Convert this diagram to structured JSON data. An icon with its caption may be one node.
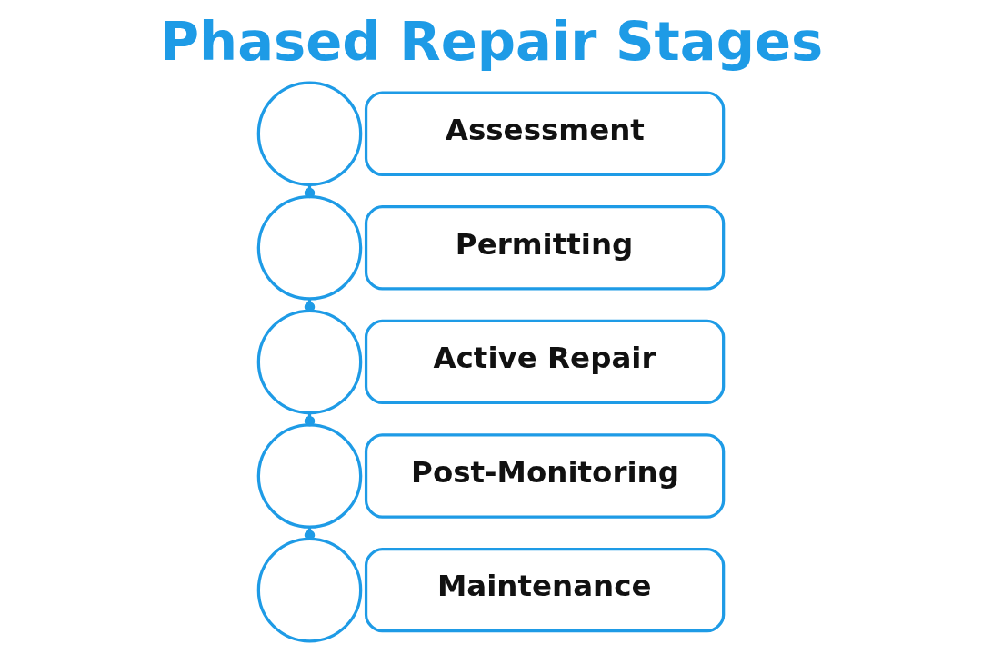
{
  "diagram": {
    "title": "Phased Repair Stages",
    "nodes": [
      {
        "text": [],
        "shape": "circle"
      },
      {
        "text": [
          "Assessment"
        ]
      },
      {
        "text": [],
        "shape": "circle"
      },
      {
        "text": [
          "Permitting"
        ]
      },
      {
        "text": [],
        "shape": "circle"
      },
      {
        "text": [
          "Active Repair"
        ]
      },
      {
        "text": [],
        "shape": "circle"
      },
      {
        "text": [
          "Post-Monitoring"
        ]
      },
      {
        "text": [],
        "shape": "circle"
      },
      {
        "text": [
          "Maintenance"
        ]
      }
    ],
    "edges": [
      {
        "from": 0,
        "to": 2,
        "arrow": "other"
      },
      {
        "from": 2,
        "to": 4,
        "arrow": "other"
      },
      {
        "from": 4,
        "to": 6,
        "arrow": "other"
      },
      {
        "from": 6,
        "to": 8,
        "arrow": "other"
      }
    ]
  }
}
